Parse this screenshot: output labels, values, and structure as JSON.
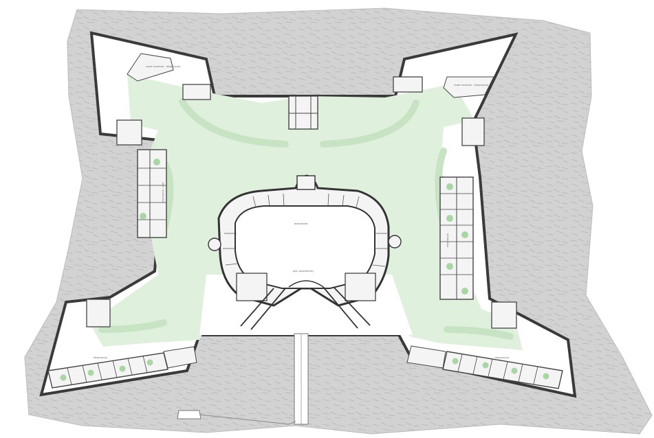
{
  "plan": {
    "colors": {
      "background": "#ffffff",
      "grass": "#d2d2d2",
      "grass_stroke": "#b4b4b4",
      "wall": "#3a3a3a",
      "courtyard": "#ffffff",
      "lawn": "#dff0dc",
      "lawn_edge": "#c7e3c3",
      "building": "#f4f4f4",
      "building_line": "#444444",
      "tree": "#a9d6a4"
    },
    "labels": {
      "nw_hall": "nowe muzeum - ekspozycja",
      "ne_hall": "nowe muzeum - ekspozycja",
      "west_wing": "ekspozycja - sale",
      "east_wing": "ekspozycja",
      "inner_court": "dziedziniec",
      "inner_square": "plac wewnetrzny",
      "sw_wing": "ekspozycja",
      "se_wing": "ekspozycja"
    }
  }
}
